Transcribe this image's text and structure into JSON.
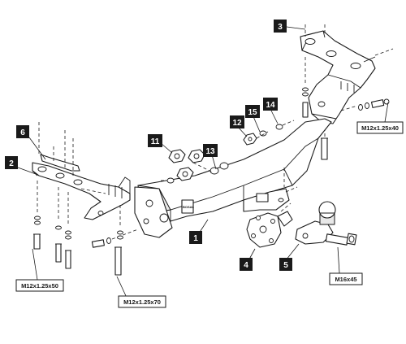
{
  "callouts": {
    "c1": "1",
    "c2": "2",
    "c3": "3",
    "c4": "4",
    "c5": "5",
    "c6": "6",
    "c11": "11",
    "c12": "12",
    "c13": "13",
    "c14": "14",
    "c15": "15"
  },
  "specs": {
    "m12x40": "M12x1.25x40",
    "m12x50": "M12x1.25x50",
    "m12x70": "M12x1.25x70",
    "m16x45": "M16x45"
  },
  "logo": "BOSAL"
}
